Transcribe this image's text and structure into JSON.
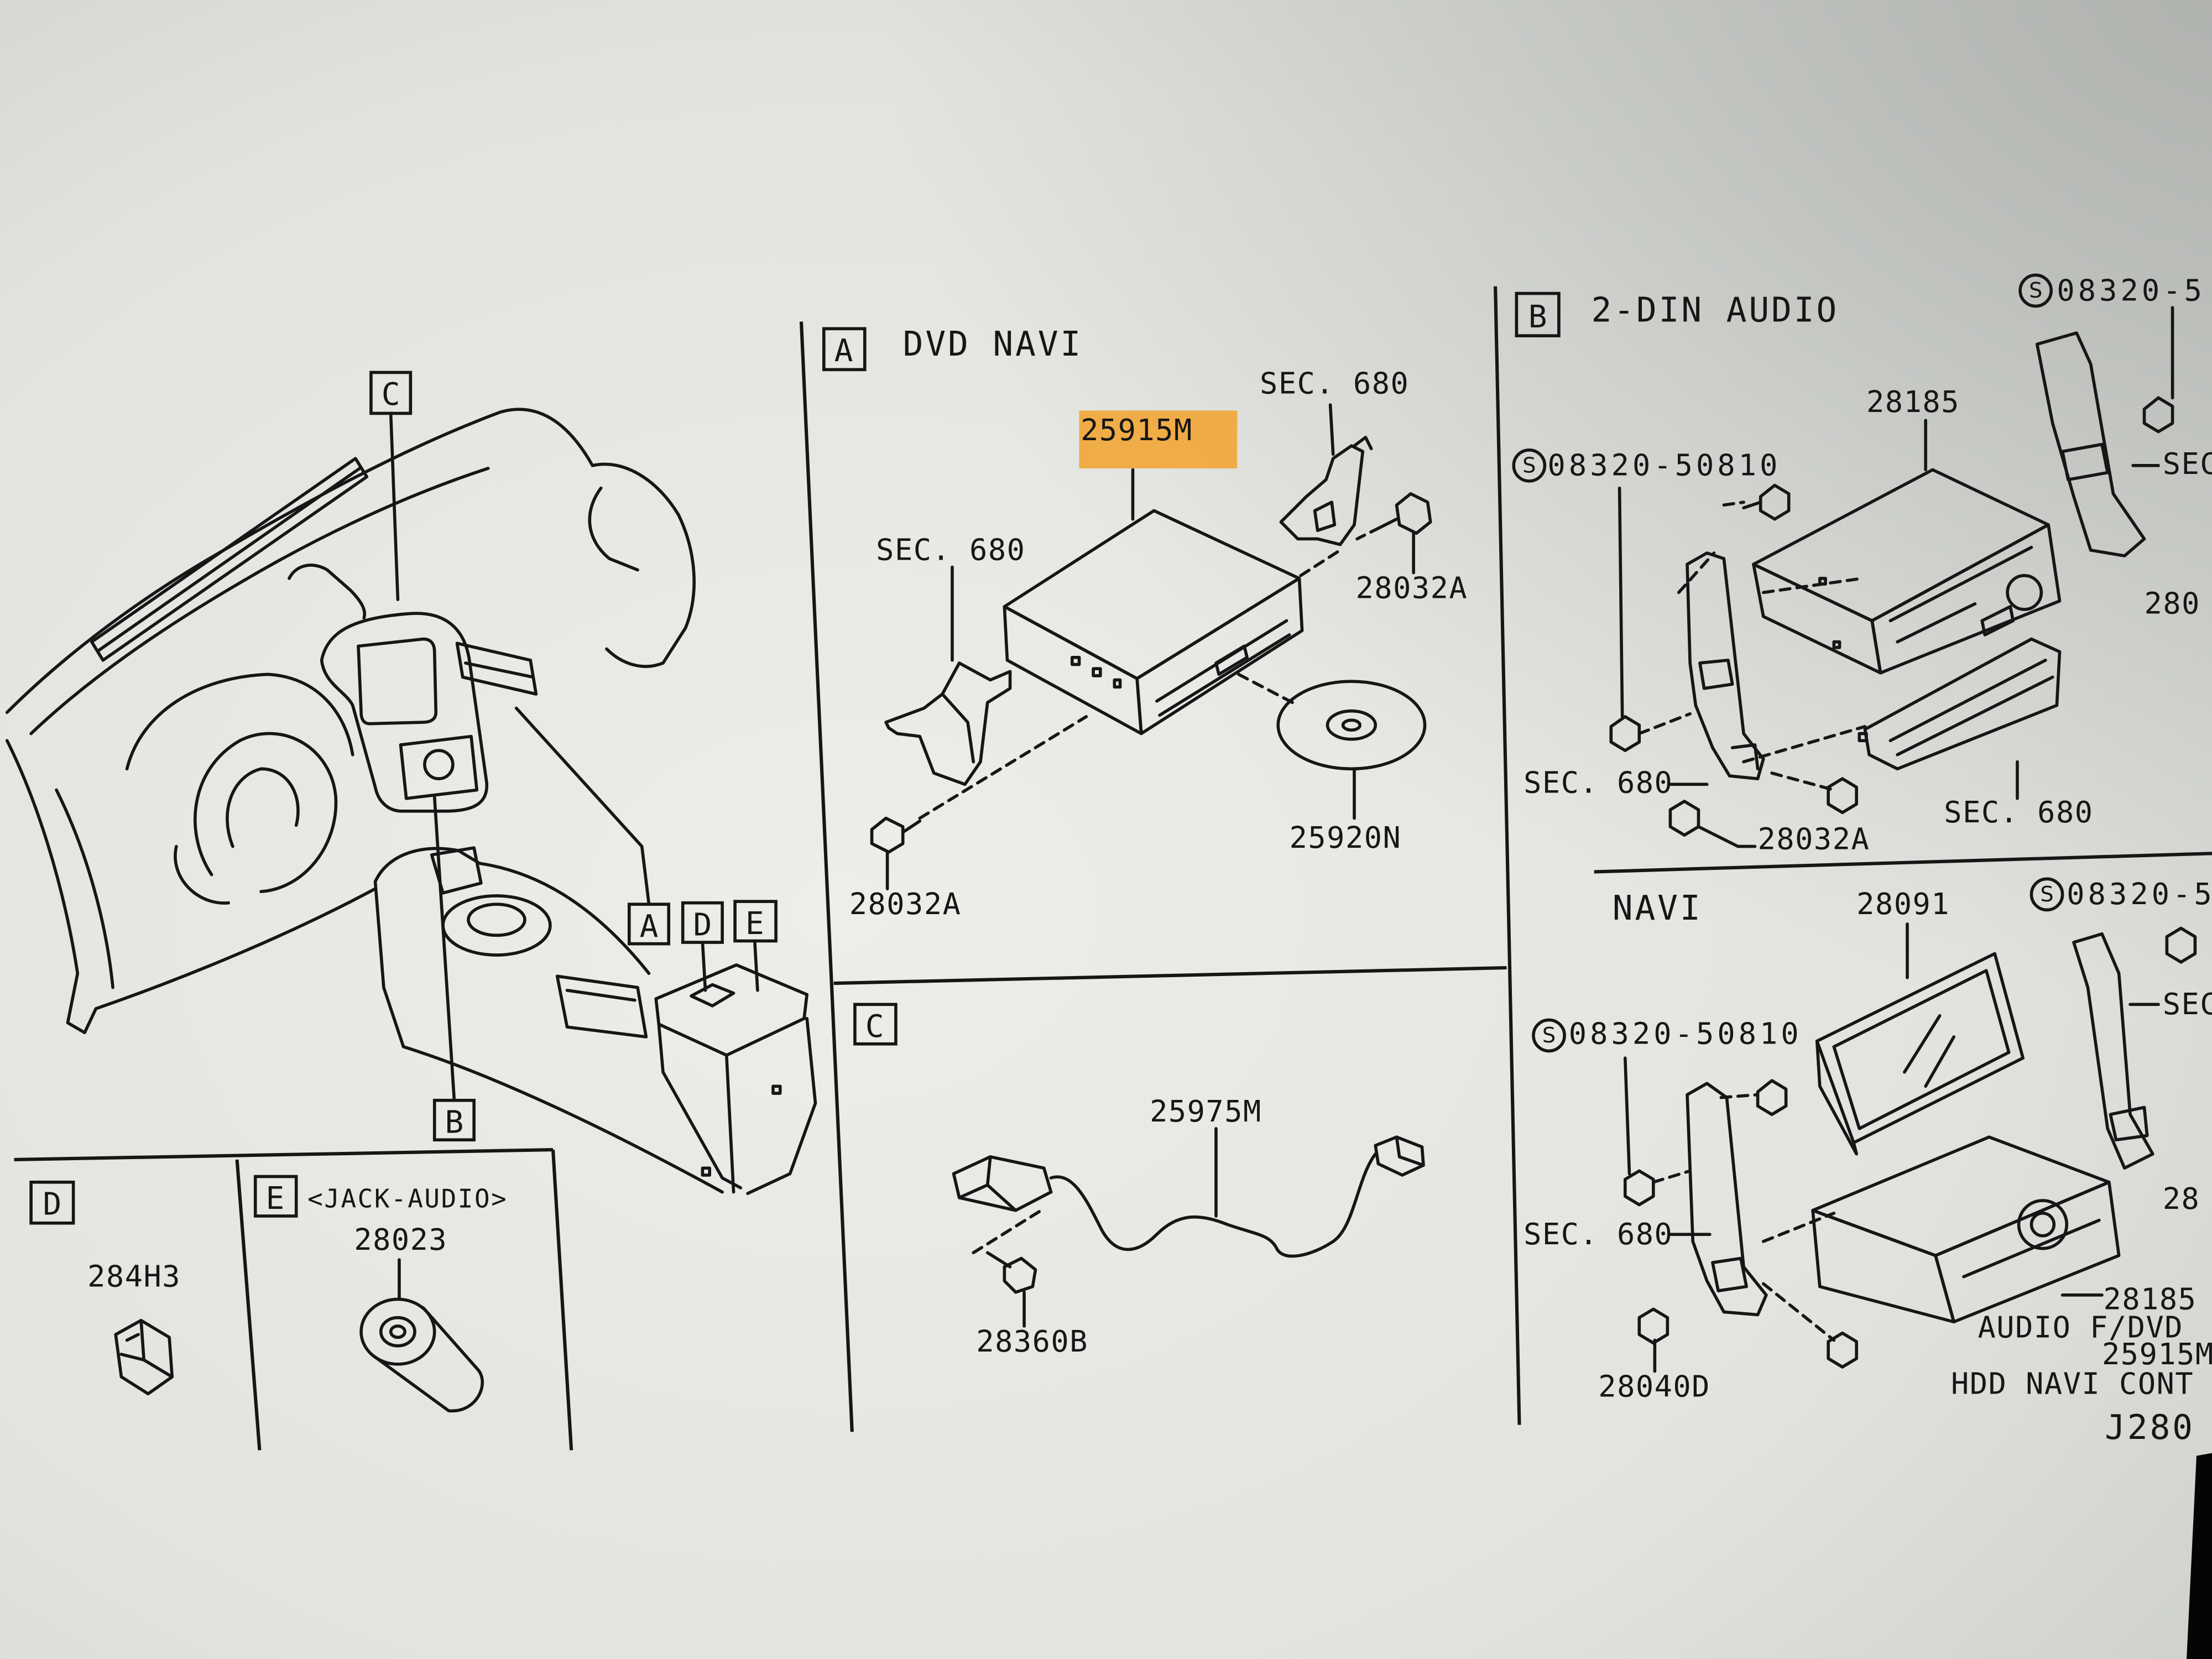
{
  "colors": {
    "paper": "#e2e4e0",
    "ink": "#161616",
    "highlight": "#f2a22c",
    "bezel": "#050505"
  },
  "overview": {
    "callout_c": "C",
    "callout_a": "A",
    "callout_d": "D",
    "callout_e": "E",
    "callout_b": "B"
  },
  "section_a": {
    "letter": "A",
    "title": "DVD NAVI",
    "dvd_unit": "25915M",
    "bracket_right": "SEC. 680",
    "bracket_left": "SEC. 680",
    "screw_right": "28032A",
    "screw_left": "28032A",
    "disc": "25920N"
  },
  "section_b": {
    "letter": "B",
    "title": "2-DIN AUDIO",
    "screw_symbol": "S",
    "din_audio": {
      "screw_right": "08320-5",
      "audio_unit": "28185",
      "screw_left": "08320-50810",
      "bracket_right_sec": "SEC",
      "bracket_right_part": "280",
      "bracket_left": "SEC. 680",
      "screw_bottom": "28032A",
      "lower_unit": "SEC. 680"
    },
    "navi": {
      "title": "NAVI",
      "display": "28091",
      "screw_right": "08320-5",
      "screw_left": "08320-50810",
      "bracket_right_sec": "SEC",
      "bracket_left": "SEC. 680",
      "bracket_right_part": "28",
      "audio_unit": "28185",
      "audio_note": "AUDIO F/DVD",
      "dvd_unit": "25915M",
      "hdd_note": "HDD NAVI CONT",
      "screw_bottom": "28040D",
      "figure_code": "J280"
    }
  },
  "section_c": {
    "letter": "C",
    "harness": "25975M",
    "screw": "28360B"
  },
  "section_d": {
    "letter": "D",
    "part": "284H3"
  },
  "section_e": {
    "letter": "E",
    "title": "<JACK-AUDIO>",
    "part": "28023"
  }
}
